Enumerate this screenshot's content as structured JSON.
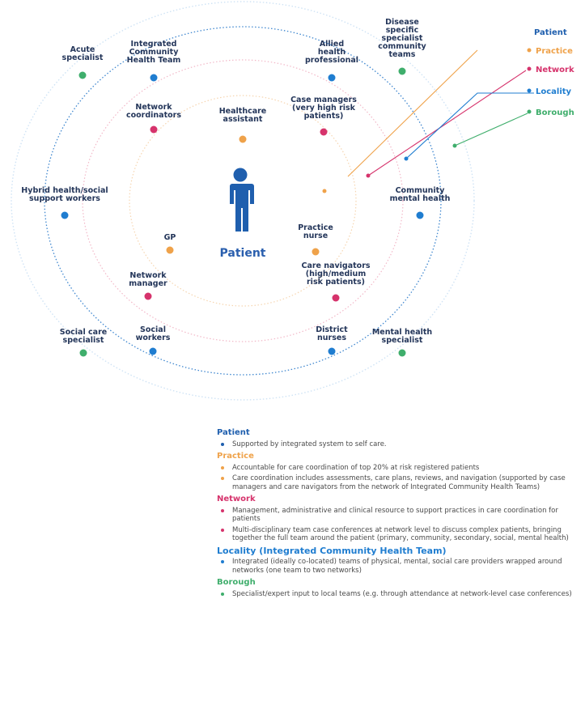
{
  "colors": {
    "patient": "#1f5fae",
    "practice": "#efa24a",
    "network": "#d6336c",
    "locality": "#1f7dd0",
    "borough": "#3fae6c"
  },
  "center": {
    "label": "Patient",
    "icon": "person-icon"
  },
  "nodes": [
    {
      "id": "acute",
      "lines": [
        "Acute",
        "specialist"
      ],
      "ring": "borough"
    },
    {
      "id": "icht",
      "lines": [
        "Integrated",
        "Community",
        "Health Team"
      ],
      "ring": "locality"
    },
    {
      "id": "allied",
      "lines": [
        "Allied",
        "health",
        "professional"
      ],
      "ring": "locality"
    },
    {
      "id": "disease",
      "lines": [
        "Disease",
        "specific",
        "specialist",
        "community",
        "teams"
      ],
      "ring": "borough"
    },
    {
      "id": "netcoord",
      "lines": [
        "Network",
        "coordinators"
      ],
      "ring": "network"
    },
    {
      "id": "hca",
      "lines": [
        "Healthcare",
        "assistant"
      ],
      "ring": "practice"
    },
    {
      "id": "casemgr",
      "lines": [
        "Case managers",
        "(very high risk",
        "patients)"
      ],
      "ring": "network"
    },
    {
      "id": "hybrid",
      "lines": [
        "Hybrid health/social",
        "support workers"
      ],
      "ring": "locality"
    },
    {
      "id": "cmh",
      "lines": [
        "Community",
        "mental health"
      ],
      "ring": "locality"
    },
    {
      "id": "gp",
      "lines": [
        "GP"
      ],
      "ring": "practice"
    },
    {
      "id": "pnurse",
      "lines": [
        "Practice",
        "nurse"
      ],
      "ring": "practice"
    },
    {
      "id": "netmgr",
      "lines": [
        "Network",
        "manager"
      ],
      "ring": "network"
    },
    {
      "id": "carenav",
      "lines": [
        "Care navigators",
        "(high/medium",
        "risk patients)"
      ],
      "ring": "network"
    },
    {
      "id": "socialcare",
      "lines": [
        "Social care",
        "specialist"
      ],
      "ring": "borough"
    },
    {
      "id": "socialworkers",
      "lines": [
        "Social",
        "workers"
      ],
      "ring": "locality"
    },
    {
      "id": "district",
      "lines": [
        "District",
        "nurses"
      ],
      "ring": "locality"
    },
    {
      "id": "mentalspec",
      "lines": [
        "Mental health",
        "specialist"
      ],
      "ring": "borough"
    }
  ],
  "legend": [
    {
      "key": "patient",
      "label": "Patient"
    },
    {
      "key": "practice",
      "label": "Practice"
    },
    {
      "key": "network",
      "label": "Network"
    },
    {
      "key": "locality",
      "label": "Locality"
    },
    {
      "key": "borough",
      "label": "Borough"
    }
  ],
  "key": [
    {
      "key": "patient",
      "title": "Patient",
      "items": [
        "Supported by integrated system to self care."
      ]
    },
    {
      "key": "practice",
      "title": "Practice",
      "items": [
        "Accountable for care coordination of top 20% at risk registered patients",
        "Care coordination includes assessments, care plans, reviews, and navigation (supported by case managers and care navigators from the network of Integrated Community Health Teams)"
      ]
    },
    {
      "key": "network",
      "title": "Network",
      "items": [
        "Management, administrative and clinical resource to support practices in care coordination for patients",
        "Multi-disciplinary team case conferences at network level to discuss complex patients, bringing together the full team around the patient (primary, community, secondary, social, mental health)"
      ]
    },
    {
      "key": "locality",
      "title": "Locality (Integrated Community Health Team)",
      "items": [
        "Integrated (ideally co-located) teams of physical, mental, social care providers wrapped around networks (one team to two networks)"
      ]
    },
    {
      "key": "borough",
      "title": "Borough",
      "items": [
        "Specialist/expert input to local teams (e.g. through attendance at network-level case conferences)"
      ]
    }
  ]
}
